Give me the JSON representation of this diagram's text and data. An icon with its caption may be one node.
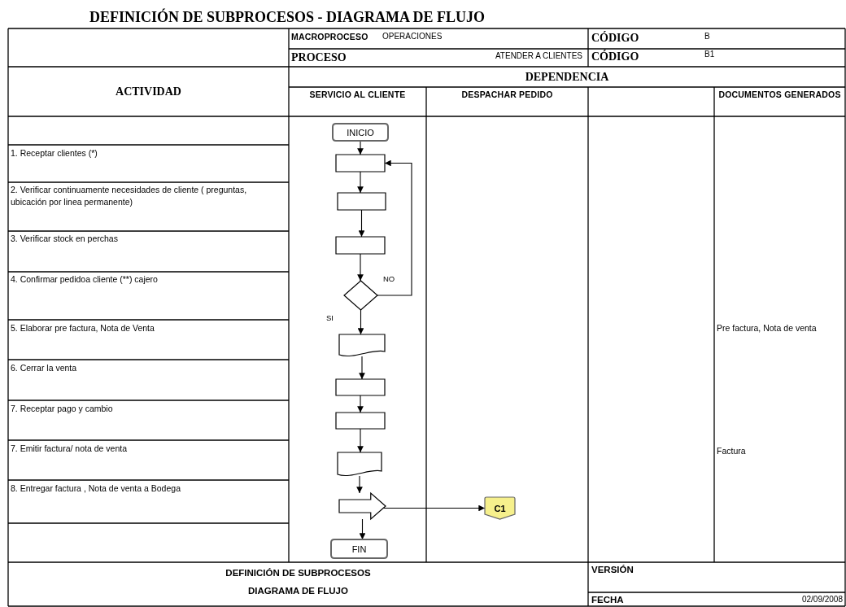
{
  "diagram": {
    "title": "DEFINICIÓN DE SUBPROCESOS - DIAGRAMA DE FLUJO",
    "nodes": [
      {
        "text": [
          "INICIO"
        ]
      },
      {
        "text": [],
        "shape": "box"
      },
      {
        "text": [],
        "shape": "box"
      },
      {
        "text": [],
        "shape": "box"
      },
      {
        "text": [],
        "shape": "diamond"
      },
      {
        "text": [],
        "shape": "document"
      },
      {
        "text": [],
        "shape": "box"
      },
      {
        "text": [],
        "shape": "box"
      },
      {
        "text": [],
        "shape": "document"
      },
      {
        "text": [],
        "shape": "arrow"
      },
      {
        "text": [
          "C1"
        ]
      },
      {
        "text": [
          "FIN"
        ]
      }
    ],
    "edges": [
      {
        "from": 0,
        "to": 1,
        "arrow": "to"
      },
      {
        "from": 1,
        "to": 2,
        "arrow": "to"
      },
      {
        "from": 2,
        "to": 3,
        "arrow": "to"
      },
      {
        "from": 3,
        "to": 4,
        "arrow": "to"
      },
      {
        "from": 4,
        "to": 1,
        "arrow": "to",
        "label": "NO"
      },
      {
        "from": 4,
        "to": 5,
        "arrow": "to",
        "label": "SI"
      },
      {
        "from": 5,
        "to": 6,
        "arrow": "to"
      },
      {
        "from": 6,
        "to": 7,
        "arrow": "to"
      },
      {
        "from": 7,
        "to": 8,
        "arrow": "to"
      },
      {
        "from": 8,
        "to": 9,
        "arrow": "to"
      },
      {
        "from": 9,
        "to": 10,
        "arrow": "to"
      },
      {
        "from": 9,
        "to": 11,
        "arrow": "to"
      }
    ],
    "labels": [
      "MACROPROCESO",
      "OPERACIONES",
      "CÓDIGO",
      "B",
      "PROCESO",
      "ATENDER A CLIENTES",
      "CÓDIGO",
      "B1",
      "ACTIVIDAD",
      "DEPENDENCIA",
      "SERVICIO AL CLIENTE",
      "DESPACHAR PEDIDO",
      "DOCUMENTOS GENERADOS",
      "1. Receptar clientes (*)",
      "2. Verificar continuamente necesidades de cliente ( preguntas, ubicación por linea permanente)",
      "3. Verificar stock en perchas",
      "4. Confirmar pedidoa cliente (**) cajero",
      "5. Elaborar pre factura, Nota de Venta",
      "Pre factura, Nota de venta",
      "6. Cerrar la venta",
      "7. Receptar pago y cambio",
      "7. Emitir factura/ nota de venta",
      "Factura",
      "8. Entregar factura , Nota de venta a Bodega",
      "DEFINICIÓN DE SUBPROCESOS",
      "VERSIÓN",
      "DIAGRAMA DE FLUJO",
      "FECHA",
      "02/09/2008"
    ]
  }
}
